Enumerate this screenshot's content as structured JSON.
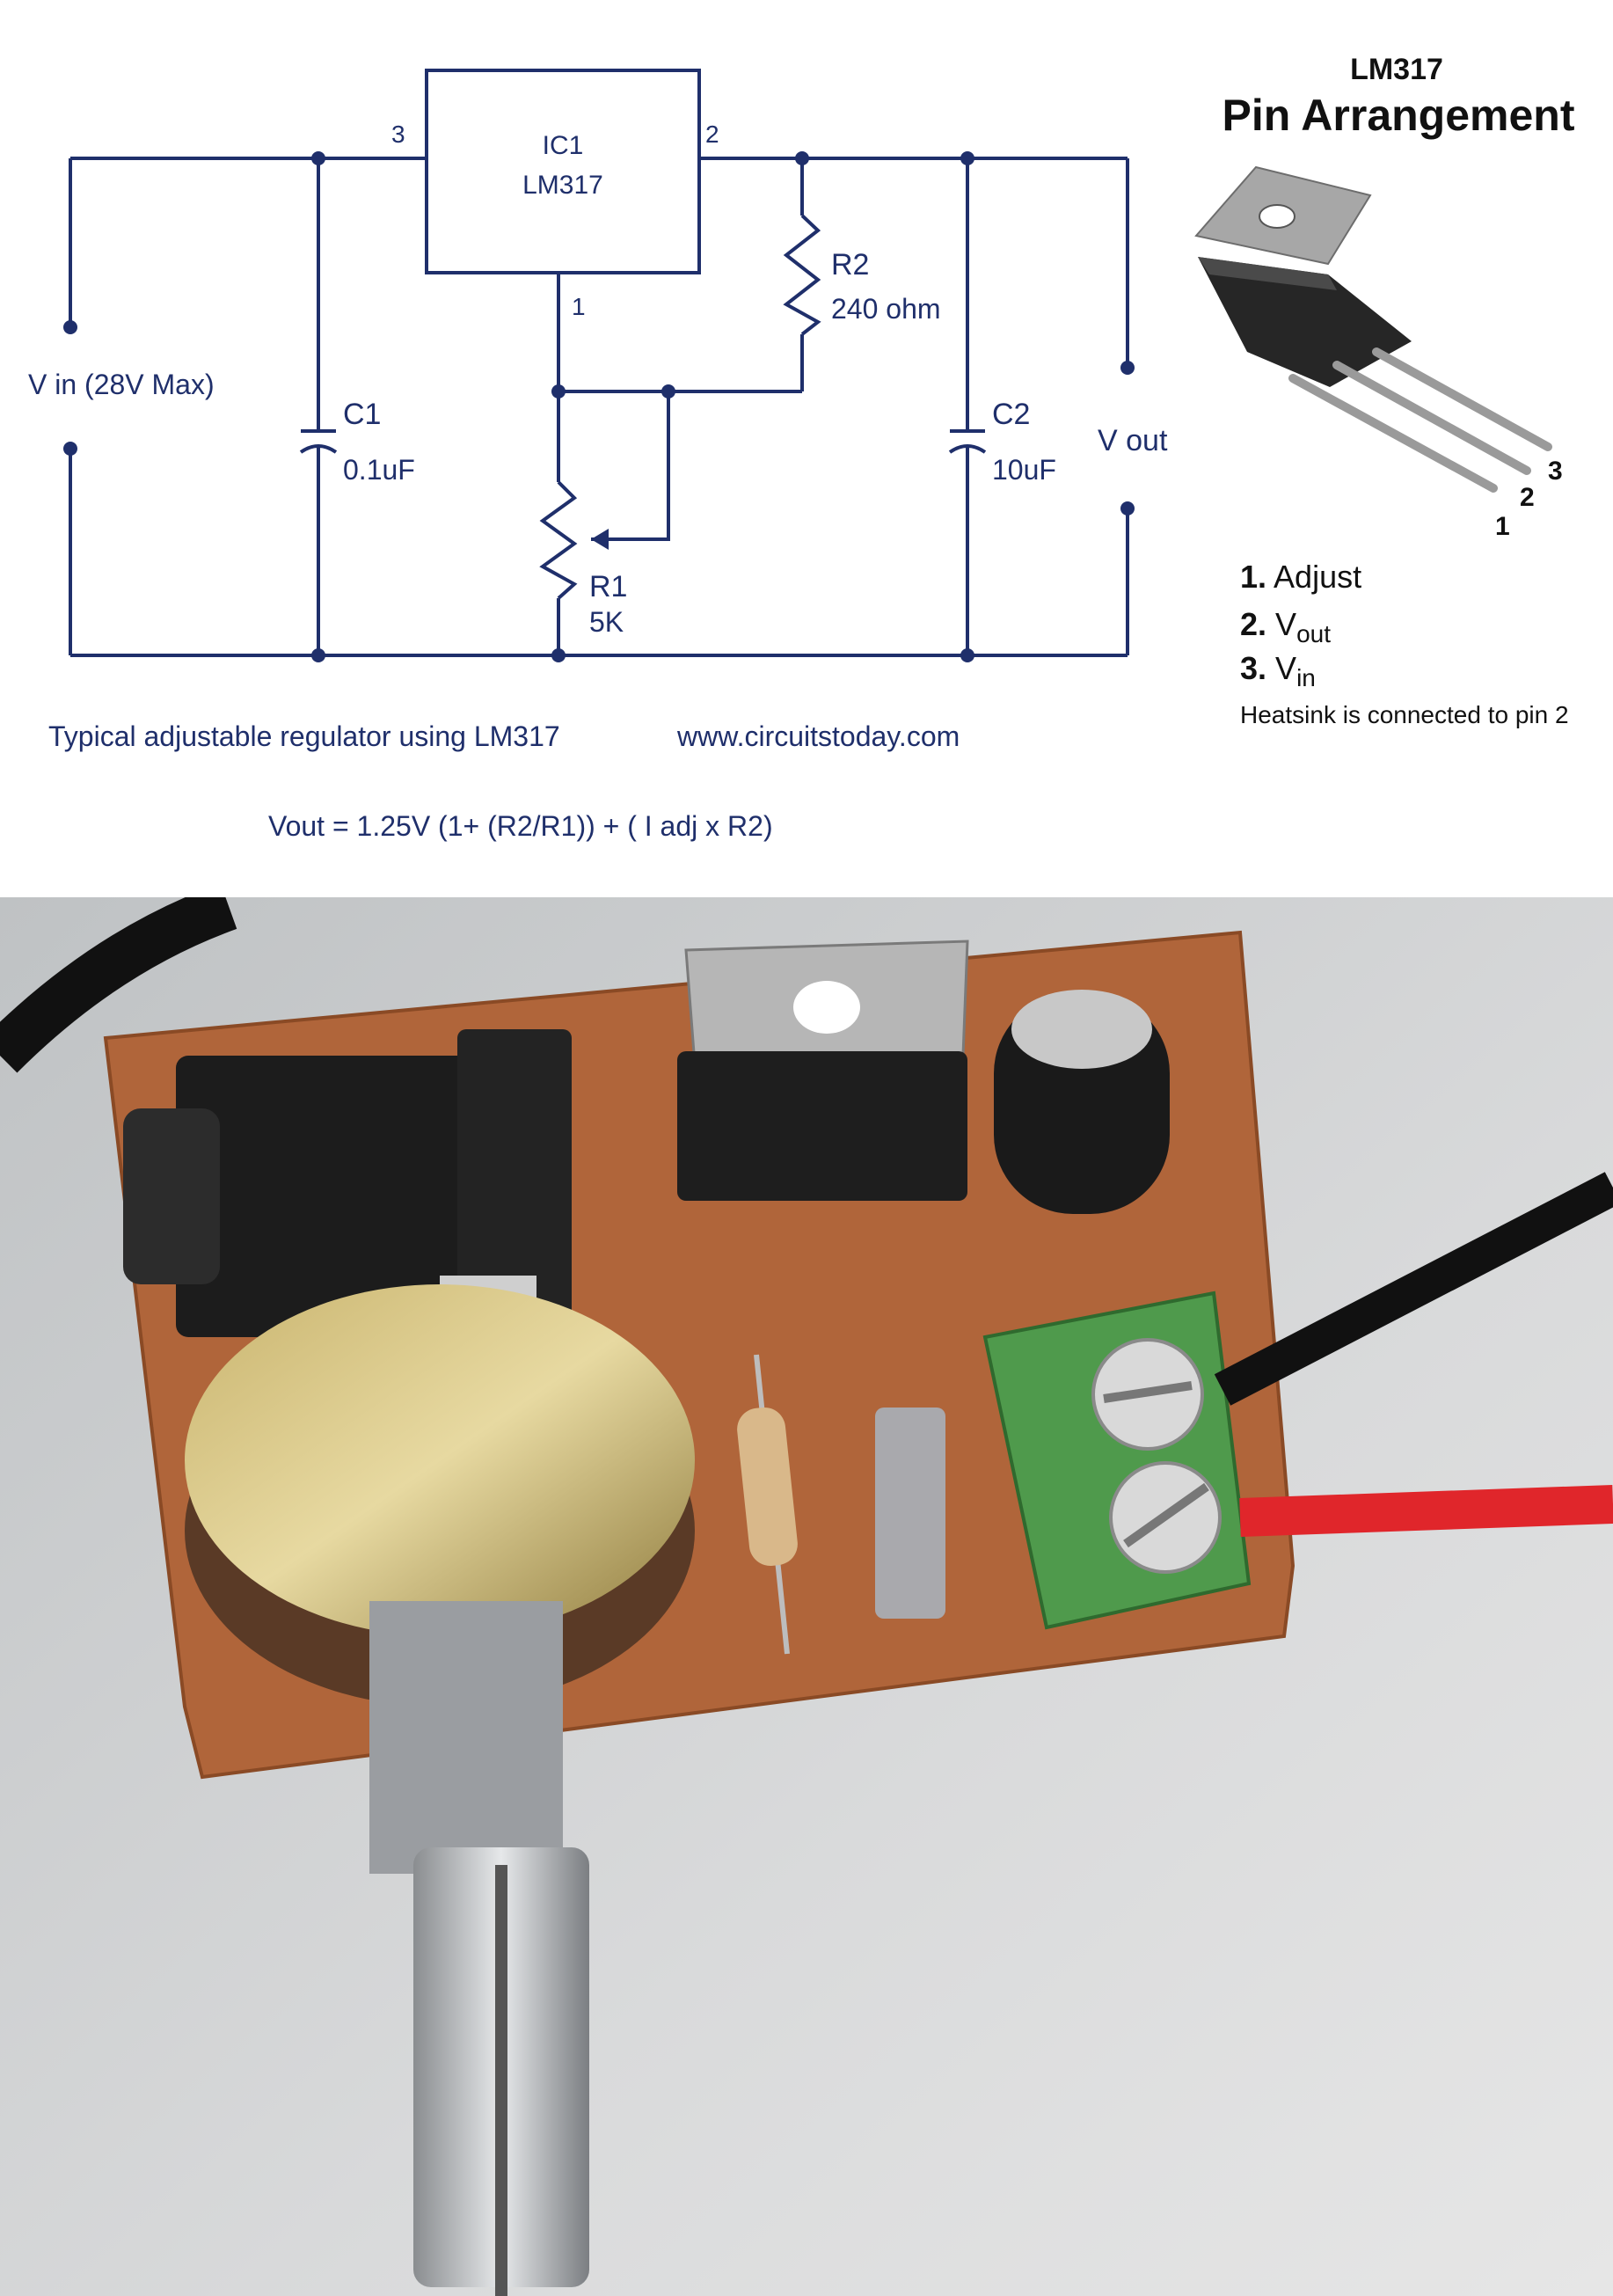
{
  "schematic": {
    "ic_ref": "IC1",
    "ic_part": "LM317",
    "pin_in": "3",
    "pin_out": "2",
    "pin_adj": "1",
    "vin_label": "V in (28V Max)",
    "vout_label": "V out",
    "c1_ref": "C1",
    "c1_value": "0.1uF",
    "c2_ref": "C2",
    "c2_value": "10uF",
    "r1_ref": "R1",
    "r1_value": "5K",
    "r2_ref": "R2",
    "r2_value": "240 ohm",
    "caption": "Typical adjustable regulator using LM317",
    "website": "www.circuitstoday.com",
    "formula": "Vout = 1.25V (1+ (R2/R1))  + ( I adj x R2)"
  },
  "pinout": {
    "title_part": "LM317",
    "title": "Pin Arrangement",
    "leg_labels": [
      "1",
      "2",
      "3"
    ],
    "legend": [
      {
        "num": "1.",
        "name": "Adjust",
        "sub": ""
      },
      {
        "num": "2.",
        "name": "V",
        "sub": "out"
      },
      {
        "num": "3.",
        "name": "V",
        "sub": "in"
      }
    ],
    "note": "Heatsink is connected to pin 2"
  },
  "colors": {
    "schematic_line": "#1f2f6b",
    "pcb": "#b0653a",
    "terminal_block": "#4f9a4c",
    "wire_red": "#e0262b"
  }
}
